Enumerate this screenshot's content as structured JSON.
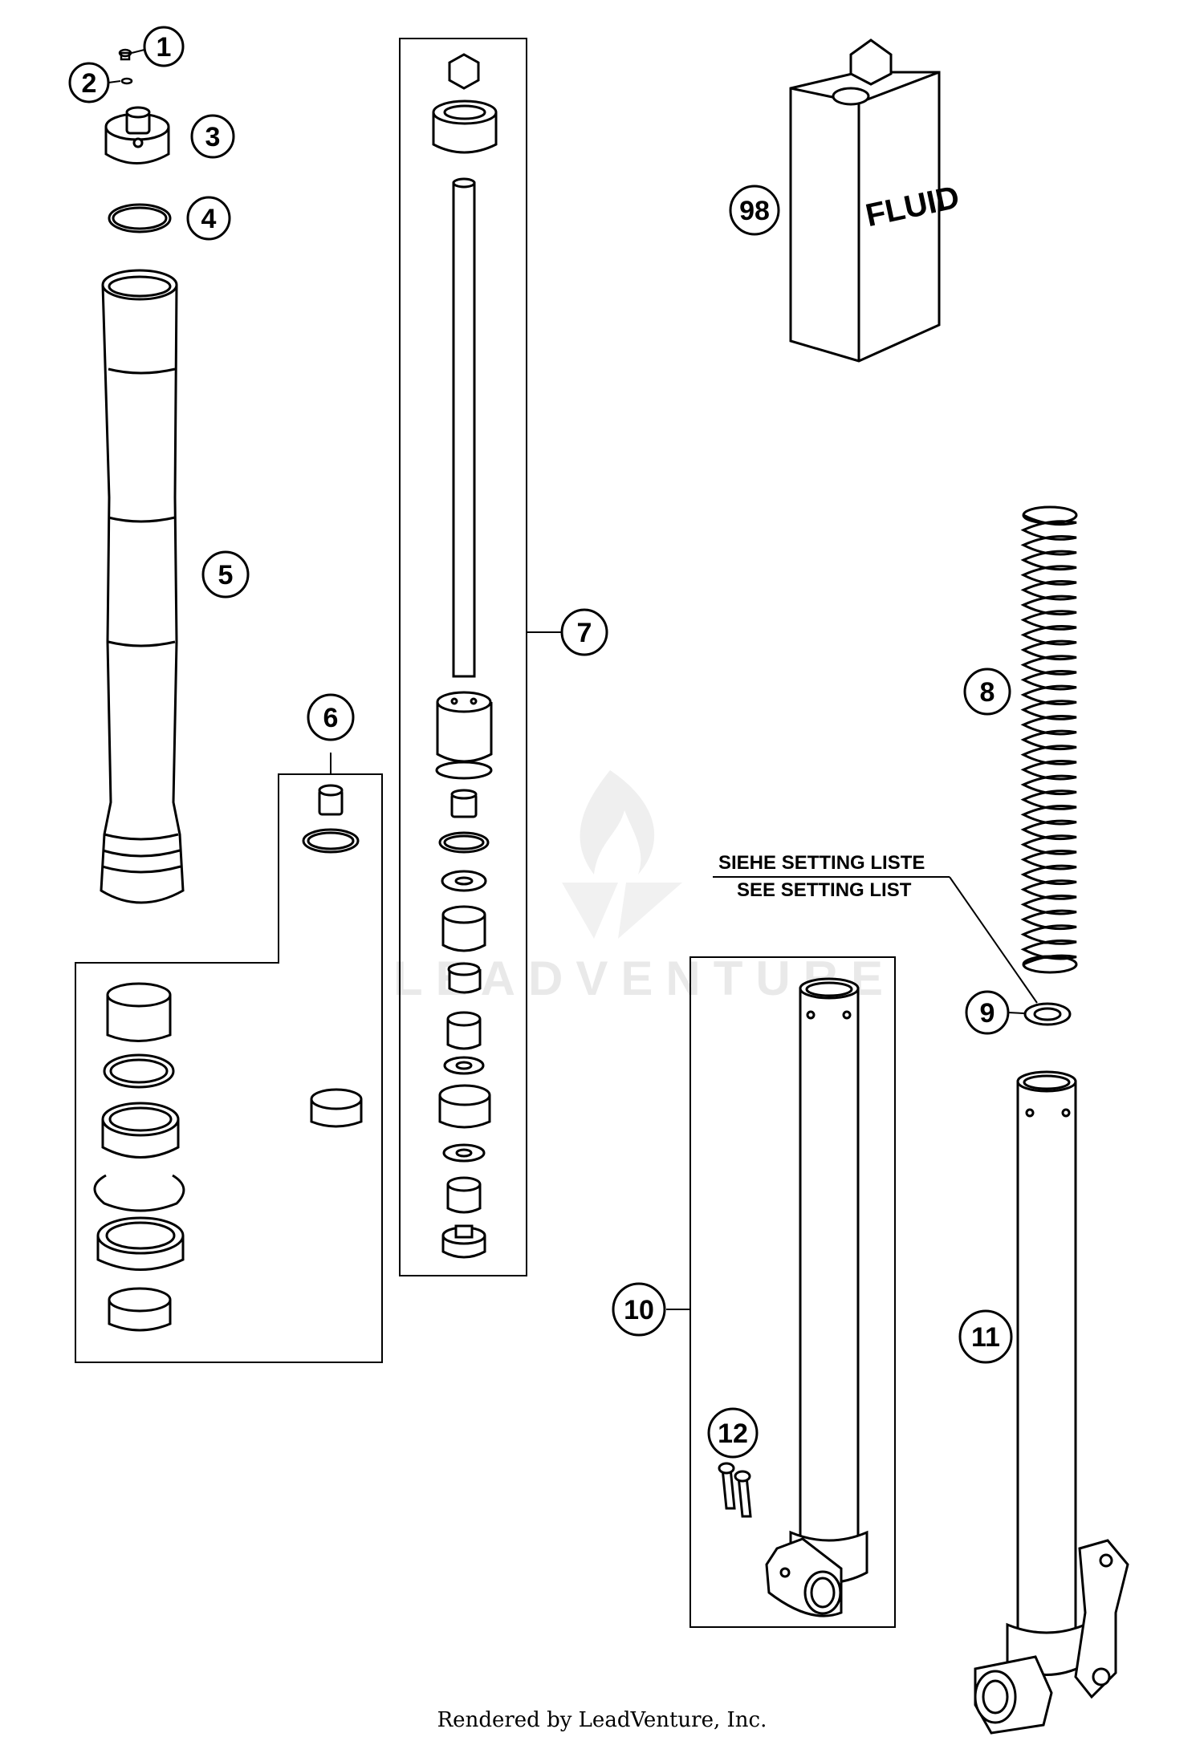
{
  "callouts": {
    "c1": "1",
    "c2": "2",
    "c3": "3",
    "c4": "4",
    "c5": "5",
    "c6": "6",
    "c7": "7",
    "c8": "8",
    "c9": "9",
    "c10": "10",
    "c11": "11",
    "c12": "12",
    "c98": "98"
  },
  "fluid_label": "FLUID",
  "setting_note": {
    "line1": "SIEHE SETTING LISTE",
    "line2": "SEE SETTING LIST"
  },
  "watermark": "LEADVENTURE",
  "footer": "Rendered by LeadVenture, Inc."
}
